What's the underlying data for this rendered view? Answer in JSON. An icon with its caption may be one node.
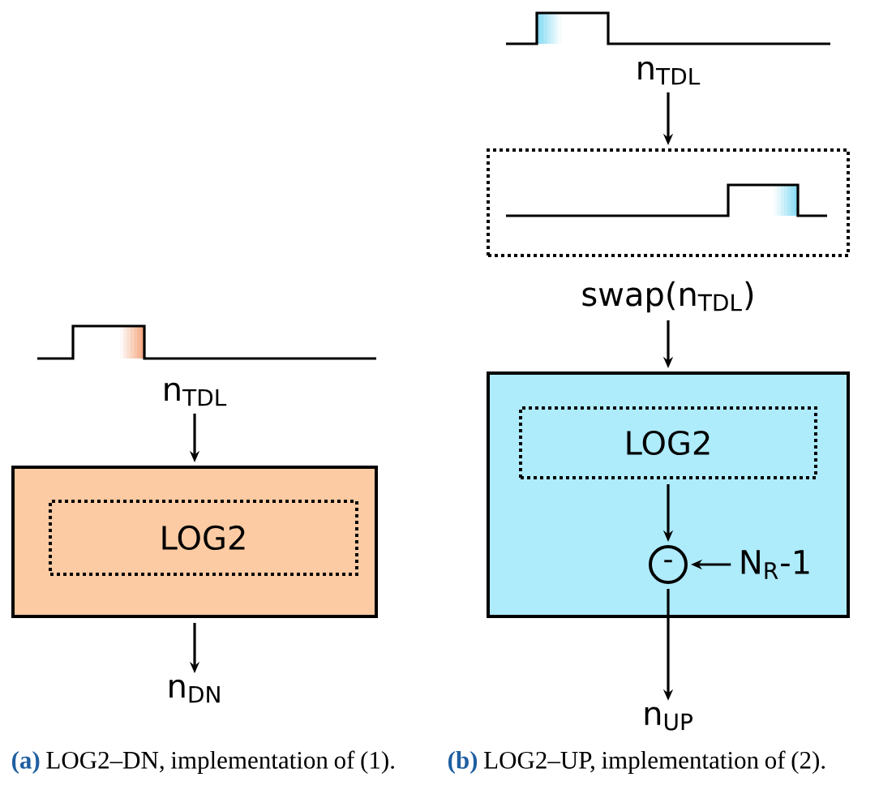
{
  "diagram": {
    "nodes": [
      {
        "text": [
          "n$_{TDL}$"
        ]
      },
      {
        "text": [],
        "shape": "box"
      },
      {
        "text": [
          "LOG2"
        ],
        "in": 1
      },
      {
        "text": [
          "n$_{DN}$"
        ]
      },
      {
        "text": [
          "n$_{TDL}$"
        ]
      },
      {
        "text": [],
        "shape": "box"
      },
      {
        "text": [
          "swap(n$_{TDL}$)"
        ]
      },
      {
        "text": [],
        "shape": "box"
      },
      {
        "text": [
          "LOG2"
        ],
        "in": 7
      },
      {
        "text": [
          "-"
        ],
        "in": 7
      },
      {
        "text": [
          "N$_{R}$-1"
        ],
        "in": 7
      },
      {
        "text": [
          "n$_{UP}$"
        ]
      }
    ],
    "edges": [
      {
        "from": 0,
        "to": 1,
        "arrow": "to"
      },
      {
        "from": 1,
        "to": 3,
        "arrow": "to"
      },
      {
        "from": 4,
        "to": 5,
        "arrow": "to"
      },
      {
        "from": 6,
        "to": 7,
        "arrow": "to"
      },
      {
        "from": 8,
        "to": 9,
        "arrow": "to"
      },
      {
        "from": 10,
        "to": 9,
        "arrow": "to"
      },
      {
        "from": 9,
        "to": 11,
        "arrow": "to"
      }
    ],
    "labels": [
      "(a)",
      "LOG2–DN, implementation of (1).",
      "(b)",
      "LOG2–UP, implementation of (2)."
    ]
  }
}
